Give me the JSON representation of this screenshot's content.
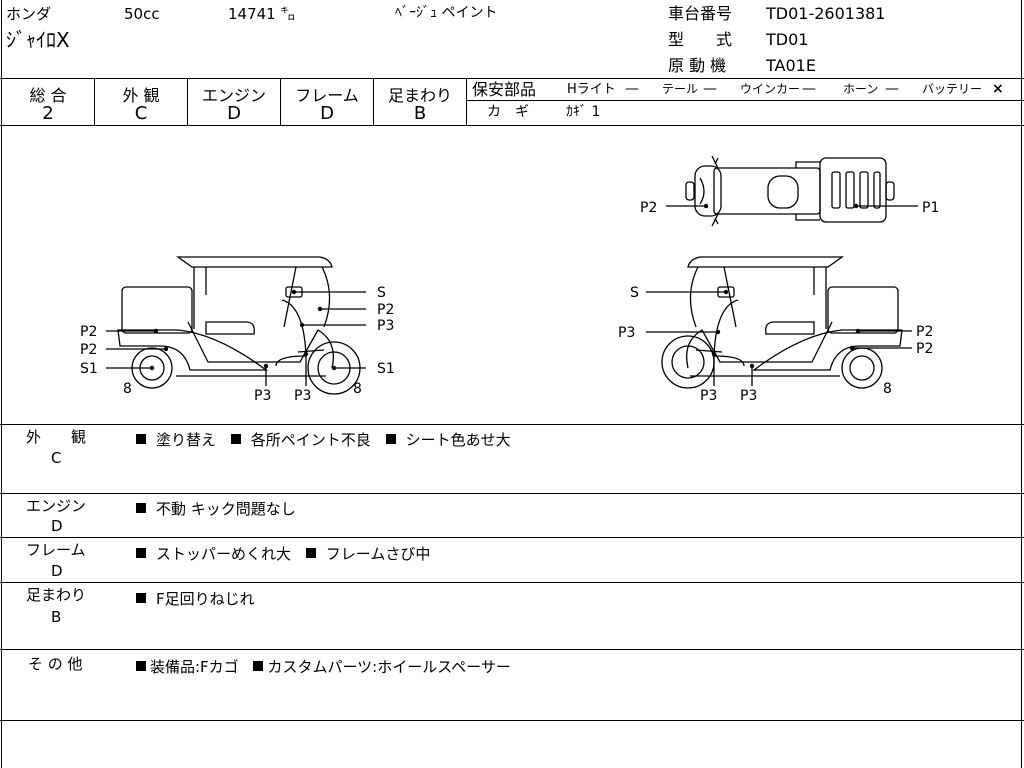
{
  "header": {
    "maker": "ホンダ",
    "displacement": "50cc",
    "mileage": "14741 ㌔",
    "color": "ﾍﾞｰｼﾞｭ ペイント",
    "model_name": "ｼﾞｬｲﾛX",
    "frame_no_label": "車台番号",
    "frame_no": "TD01-2601381",
    "type_label": "型　　式",
    "type": "TD01",
    "engine_label": "原 動 機",
    "engine": "TA01E"
  },
  "grades": [
    {
      "label": "総 合",
      "value": "2"
    },
    {
      "label": "外 観",
      "value": "C"
    },
    {
      "label": "エンジン",
      "value": "D"
    },
    {
      "label": "フレーム",
      "value": "D"
    },
    {
      "label": "足まわり",
      "value": "B"
    }
  ],
  "safety": {
    "label": "保安部品",
    "items": [
      {
        "name": "Hライト",
        "status": "—"
      },
      {
        "name": "テール",
        "status": "—"
      },
      {
        "name": "ウインカー",
        "status": "—"
      },
      {
        "name": "ホーン",
        "status": "—"
      },
      {
        "name": "バッテリー",
        "status": "×"
      }
    ],
    "key_label": "カ　ギ",
    "key_value": "ｶｷﾞ 1"
  },
  "diagram_labels": {
    "top_p2": "P2",
    "top_p1": "P1",
    "left_p2a": "P2",
    "left_p2b": "P2",
    "left_s1": "S1",
    "left_8": "8",
    "left_s": "S",
    "left_p2c": "P2",
    "left_p3a": "P3",
    "left_s1b": "S1",
    "left_8b": "8",
    "left_p3b": "P3",
    "left_p3c": "P3",
    "right_s": "S",
    "right_p3a": "P3",
    "right_p2a": "P2",
    "right_p2b": "P2",
    "right_8": "8",
    "right_p3b": "P3",
    "right_p3c": "P3"
  },
  "sections": [
    {
      "label": "外　　観",
      "grade": "C",
      "items": [
        "塗り替え",
        "各所ペイント不良",
        "シート色あせ大"
      ]
    },
    {
      "label": "エンジン",
      "grade": "D",
      "items": [
        "不動 キック問題なし"
      ]
    },
    {
      "label": "フレーム",
      "grade": "D",
      "items": [
        "ストッパーめくれ大",
        "フレームさび中"
      ]
    },
    {
      "label": "足まわり",
      "grade": "B",
      "items": [
        "F足回りねじれ"
      ]
    },
    {
      "label": "そ の 他",
      "grade": "",
      "items": [
        "装備品:Fカゴ",
        "カスタムパーツ:ホイールスペーサー"
      ]
    }
  ]
}
